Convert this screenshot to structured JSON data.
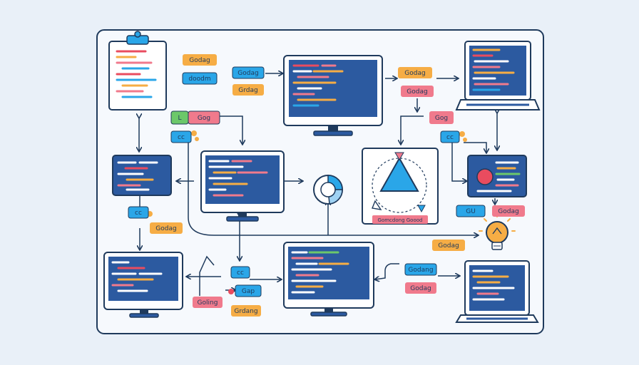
{
  "colors": {
    "background": "#e9f0f8",
    "panel": "#f6f9fd",
    "outline": "#1f3a5c",
    "screen": "#2c5aa0",
    "tag_orange": "#f6ad45",
    "tag_blue": "#2aa6e8",
    "tag_pink": "#f07a8c",
    "tag_green": "#6cc86a",
    "accent_red": "#e94c5f",
    "accent_yellow": "#f6ad45"
  },
  "icons": [
    "clipboard-icon",
    "monitor-icon",
    "laptop-icon",
    "pie-chart-icon",
    "triangle-graph-icon",
    "lightbulb-icon",
    "arrow-icon"
  ],
  "tags": {
    "t1": "Godag",
    "t2": "doodm",
    "t3": "Godag",
    "t4": "Grdag",
    "t5": "Godag",
    "t6": "Godag",
    "t7": "L",
    "t8": "Gog",
    "t9": "cc",
    "t10": "Gog",
    "t11": "cc",
    "t12": "cc",
    "t13": "Godag",
    "t14": "GU",
    "t15": "Godag",
    "t16": "Godag",
    "t17": "cc",
    "t18": "Gap",
    "t19": "Goling",
    "t20": "Grdang",
    "t21": "Godang",
    "t22": "Godag"
  },
  "graph_caption": "Gomcdong Goood"
}
